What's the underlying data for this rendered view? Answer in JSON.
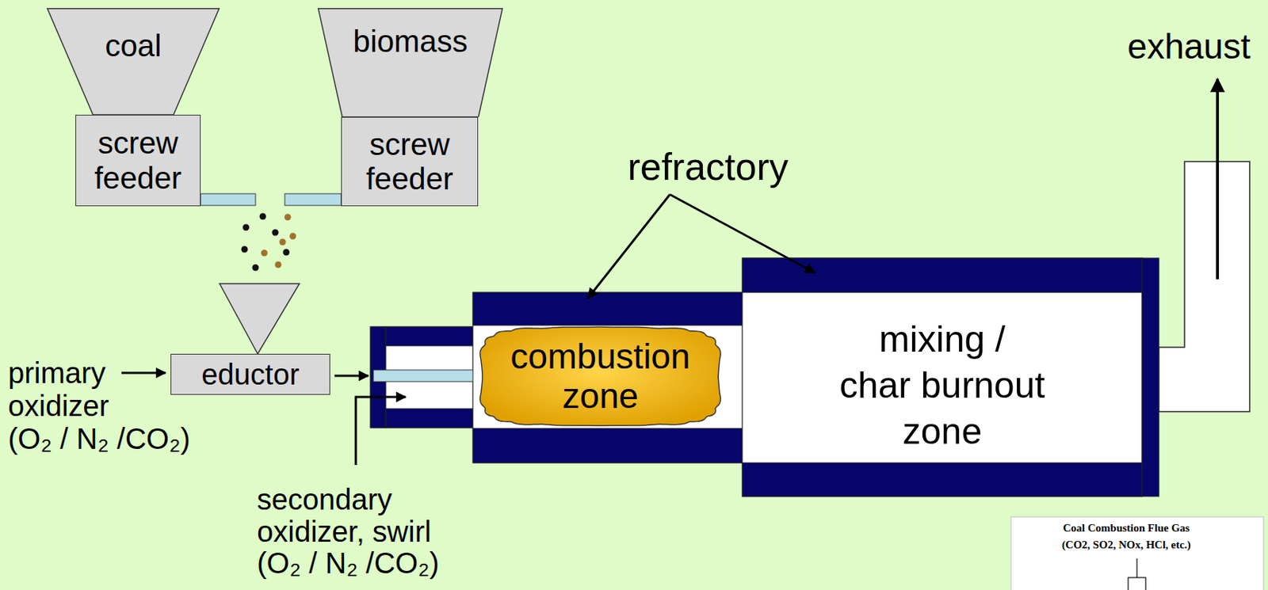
{
  "diagram": {
    "nodes": [
      {
        "text": [
          "coal"
        ]
      },
      {
        "text": [
          "screw feeder"
        ]
      },
      {
        "text": [
          "biomass"
        ]
      },
      {
        "text": [
          "screw feeder"
        ]
      },
      {
        "text": [
          "eductor"
        ]
      },
      {
        "text": [
          "combustion zone"
        ]
      },
      {
        "text": [
          "mixing /",
          "char burnout",
          "zone"
        ]
      },
      {
        "text": [
          "Coal Combustion Flue Gas",
          "(CO2, SO2, NOx, HCl, etc.)"
        ]
      }
    ],
    "labels": [
      "refractory",
      "exhaust",
      "primary",
      "oxidizer",
      "(O₂ / N₂ /CO₂)",
      "secondary",
      "oxidizer, swirl",
      "(O₂ / N₂ /CO₂)"
    ]
  }
}
